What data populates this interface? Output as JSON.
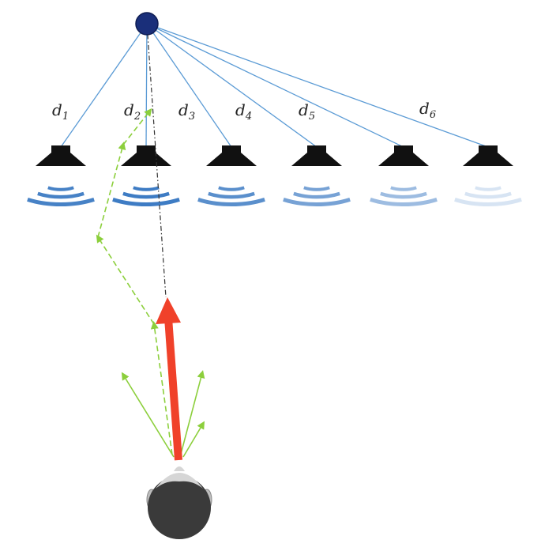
{
  "diagram": {
    "source": {
      "name": "virtual-source",
      "color": "#1a2f7a"
    },
    "distances": [
      {
        "label": "d",
        "sub": "1"
      },
      {
        "label": "d",
        "sub": "2"
      },
      {
        "label": "d",
        "sub": "3"
      },
      {
        "label": "d",
        "sub": "4"
      },
      {
        "label": "d",
        "sub": "5"
      },
      {
        "label": "d",
        "sub": "6"
      }
    ],
    "speakers": [
      {
        "index": 1,
        "wave_opacity": 0.95
      },
      {
        "index": 2,
        "wave_opacity": 1.0
      },
      {
        "index": 3,
        "wave_opacity": 0.85
      },
      {
        "index": 4,
        "wave_opacity": 0.7
      },
      {
        "index": 5,
        "wave_opacity": 0.5
      },
      {
        "index": 6,
        "wave_opacity": 0.2
      }
    ],
    "colors": {
      "line": "#5b9bd5",
      "wave": "#3e7cc4",
      "speaker": "#111111",
      "main_arrow": "#f0412a",
      "green_arrow": "#8ccf3c",
      "head": "#3a3a3a",
      "ear": "#bdbdbd"
    }
  }
}
